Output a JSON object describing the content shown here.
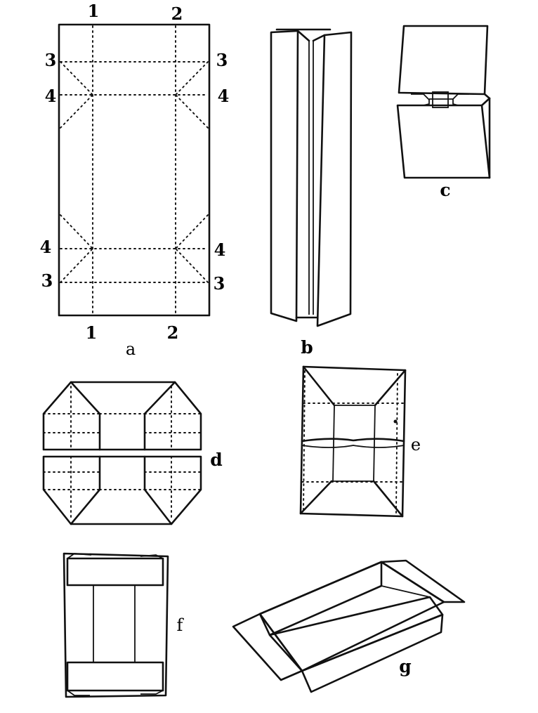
{
  "figure_a": {
    "caption": "a",
    "fold_labels": {
      "top_1": "1",
      "top_2": "2",
      "left_3_top": "3",
      "right_3_top": "3",
      "left_4_top": "4",
      "right_4_top": "4",
      "left_4_bottom": "4",
      "right_4_bottom": "4",
      "left_3_bottom": "3",
      "right_3_bottom": "3",
      "bottom_1": "1",
      "bottom_2": "2"
    }
  },
  "figure_b": {
    "caption": "b"
  },
  "figure_c": {
    "caption": "c"
  },
  "figure_d": {
    "caption": "d"
  },
  "figure_e": {
    "caption": "e"
  },
  "figure_f": {
    "caption": "f"
  },
  "figure_g": {
    "caption": "g"
  }
}
